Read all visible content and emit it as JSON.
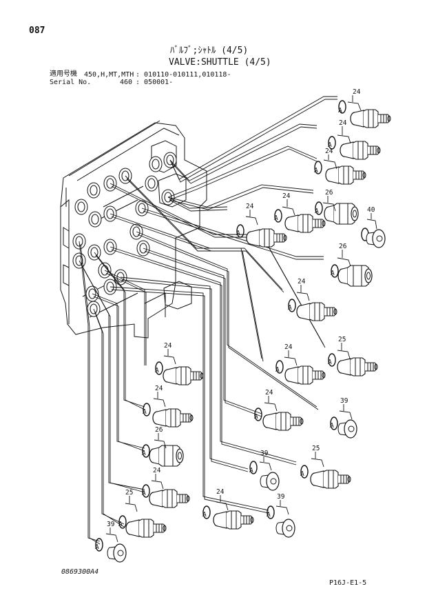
{
  "page_number": "087",
  "title_jp": "ﾊﾞﾙﾌﾞ;ｼｬﾄﾙ (4/5)",
  "title_en": "VALVE:SHUTTLE (4/5)",
  "serial": {
    "row1_label": "適用号機",
    "row1_models": "450,H,MT,MTH",
    "row1_value": ": 010110-010111,010118-",
    "row2_label": "Serial No.",
    "row2_models": "460",
    "row2_value": ": 050001-"
  },
  "callout_letter": "A",
  "callouts": [
    "24",
    "24",
    "24",
    "24",
    "24",
    "26",
    "40",
    "26",
    "24",
    "24",
    "25",
    "24",
    "24",
    "39",
    "26",
    "24",
    "39",
    "25",
    "25",
    "24",
    "39",
    "39"
  ],
  "footer_left": "0869300A4",
  "footer_right": "P16J-E1-5"
}
